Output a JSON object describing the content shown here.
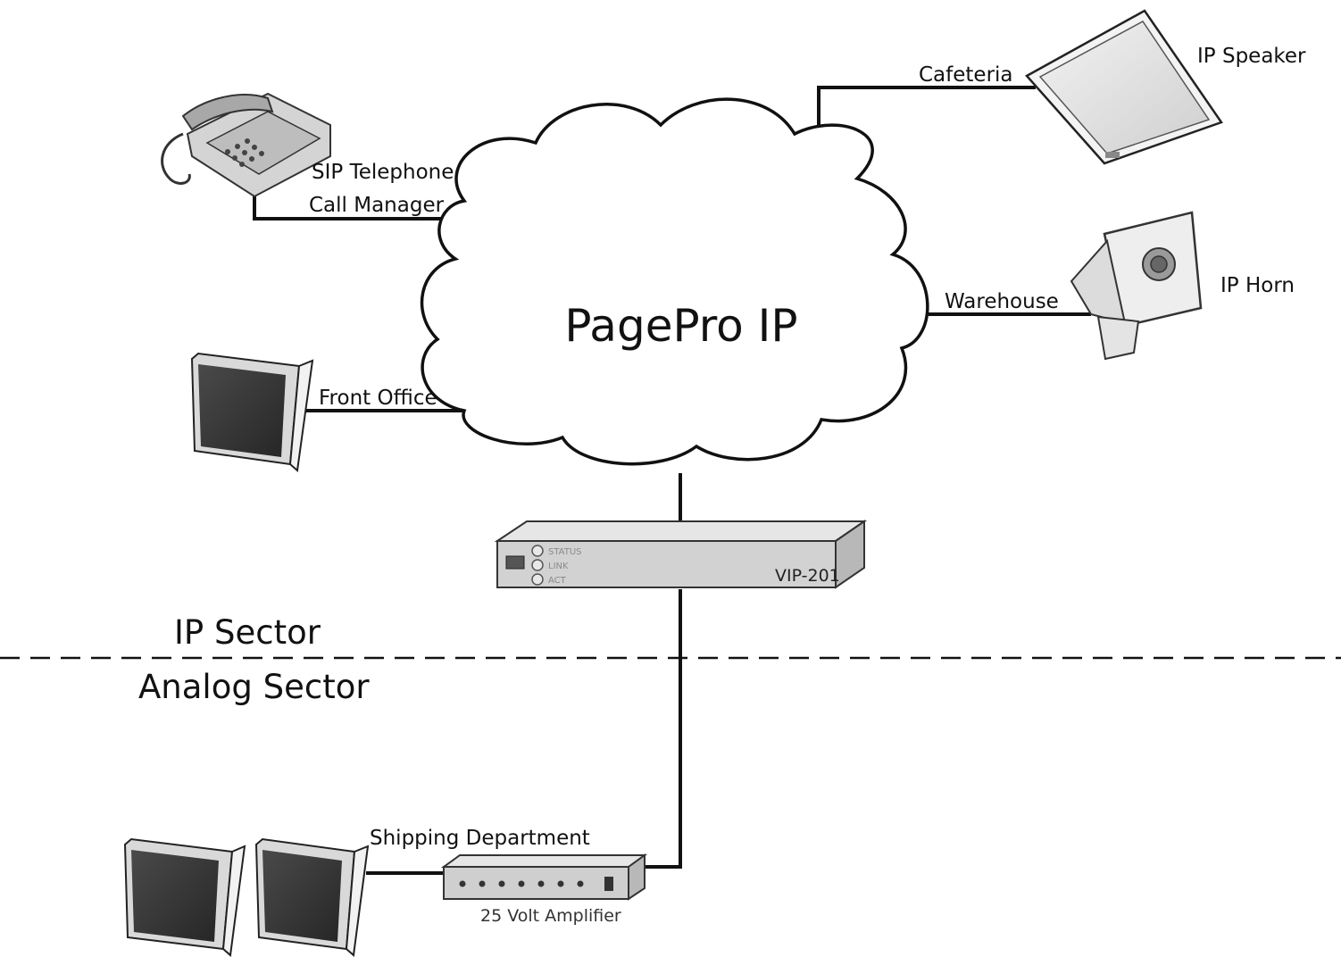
{
  "cloud": {
    "label": "PagePro IP"
  },
  "devices": {
    "phone": {
      "label_line1": "SIP Telephone",
      "label_line2": "Call Manager"
    },
    "ceiling_speaker": {
      "label": "IP Speaker",
      "link_label": "Cafeteria"
    },
    "horn": {
      "label": "IP Horn",
      "link_label": "Warehouse"
    },
    "wall_speaker": {
      "link_label": "Front Office"
    },
    "vip": {
      "label": "VIP-201",
      "leds": [
        "STATUS",
        "LINK",
        "ACT"
      ]
    },
    "amplifier": {
      "label": "25 Volt Amplifier",
      "link_label": "Shipping Department"
    }
  },
  "sectors": {
    "top": "IP Sector",
    "bottom": "Analog Sector"
  },
  "colors": {
    "line": "#111111",
    "device_face": "#3a3a3a",
    "device_body": "#c8c8c8"
  }
}
